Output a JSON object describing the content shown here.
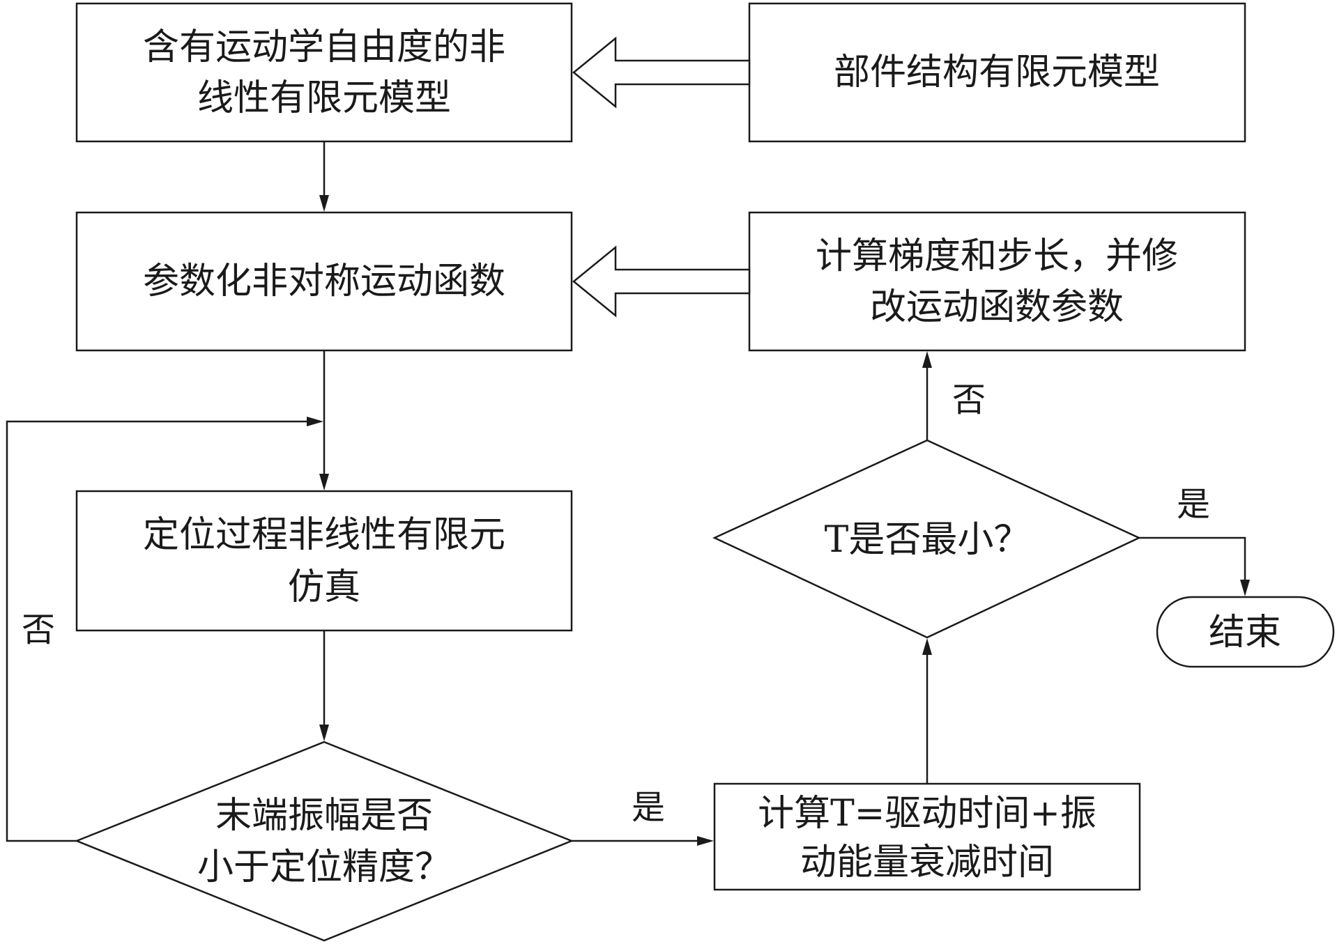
{
  "nodes": {
    "nonlinear_fe_model": {
      "line1": "含有运动学自由度的非",
      "line2": "线性有限元模型"
    },
    "component_fe_model": {
      "line1": "部件结构有限元模型"
    },
    "parametric_motion_function": {
      "line1": "参数化非对称运动函数"
    },
    "gradient_step_update": {
      "line1": "计算梯度和步长，并修",
      "line2": "改运动函数参数"
    },
    "positioning_simulation": {
      "line1": "定位过程非线性有限元",
      "line2": "仿真"
    },
    "amplitude_check": {
      "line1": "末端振幅是否",
      "line2": "小于定位精度？"
    },
    "compute_T": {
      "line1": "计算T=驱动时间+振",
      "line2": "动能量衰减时间"
    },
    "T_min_check": {
      "line1": "T是否最小？"
    },
    "end": {
      "line1": "结束"
    }
  },
  "edge_labels": {
    "amplitude_no": "否",
    "amplitude_yes": "是",
    "tmin_no": "否",
    "tmin_yes": "是"
  }
}
